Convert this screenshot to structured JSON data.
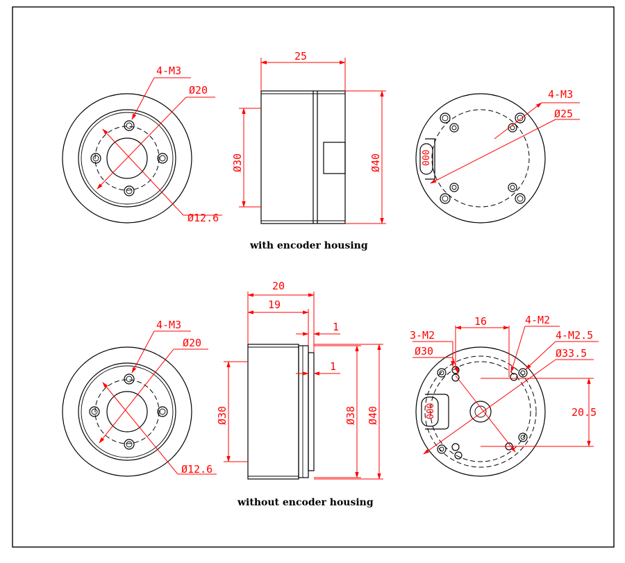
{
  "colors": {
    "dimension": "#ff0000",
    "outline": "#000000",
    "background": "#ffffff"
  },
  "top": {
    "caption": "with encoder housing",
    "front": {
      "holes": "4-M3",
      "circle": "Ø20",
      "bore": "Ø12.6"
    },
    "side": {
      "length": "25",
      "flange": "Ø30",
      "body": "Ø40"
    },
    "back": {
      "holes": "4-M3",
      "circle": "Ø25",
      "connector": "000"
    }
  },
  "bottom": {
    "caption": "without encoder housing",
    "front": {
      "holes": "4-M3",
      "circle": "Ø20",
      "bore": "Ø12.6"
    },
    "side": {
      "total": "20",
      "body": "19",
      "step1": "1",
      "step2": "1",
      "flange": "Ø30",
      "hub": "Ø38",
      "body_dia": "Ø40"
    },
    "back": {
      "spacing": "16",
      "holes_a": "3-M2",
      "circle_a": "Ø30",
      "holes_b": "4-M2",
      "holes_c": "4-M2.5",
      "circle_b": "Ø33.5",
      "offset": "20.5",
      "connector": "000"
    }
  }
}
